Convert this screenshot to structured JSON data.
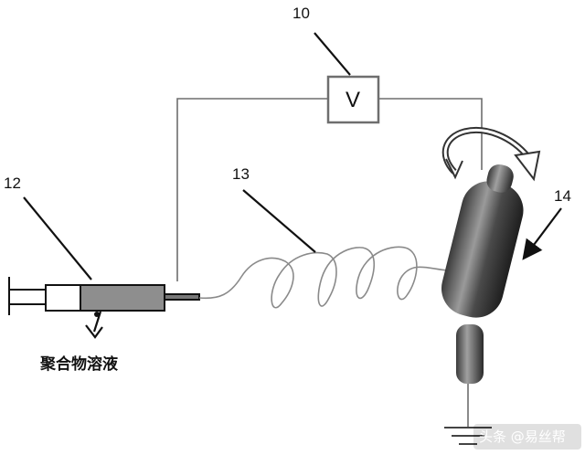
{
  "labels": {
    "voltmeter_ref": "10",
    "syringe_ref": "12",
    "fiber_ref": "13",
    "collector_ref": "14"
  },
  "voltmeter_symbol": "V",
  "caption": "聚合物溶液",
  "watermark": "头条 @易丝帮",
  "colors": {
    "line": "#6e6e6e",
    "fiber": "#8a8a8a",
    "collector_dark": "#2e2e2e",
    "syringe_fill": "#8e8e8e"
  }
}
